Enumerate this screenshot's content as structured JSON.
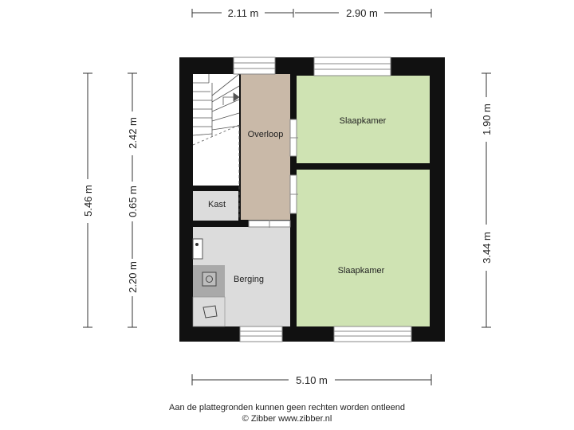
{
  "dimensions": {
    "top_left": "2.11 m",
    "top_right": "2.90 m",
    "bottom": "5.10 m",
    "left_total": "5.46 m",
    "left_upper": "2.42 m",
    "left_middle": "0.65 m",
    "left_lower": "2.20 m",
    "right_upper": "1.90 m",
    "right_lower": "3.44 m"
  },
  "rooms": {
    "overloop": "Overloop",
    "slaapkamer_top": "Slaapkamer",
    "slaapkamer_bottom": "Slaapkamer",
    "kast": "Kast",
    "berging": "Berging"
  },
  "colors": {
    "wall": "#111111",
    "bedroom": "#cfe3b3",
    "landing": "#c9b9a8",
    "storage": "#dcdcdc",
    "fixture": "#a9a9a9"
  },
  "footer": {
    "disclaimer": "Aan de plattegronden kunnen geen rechten worden ontleend",
    "copyright": "© Zibber www.zibber.nl"
  }
}
